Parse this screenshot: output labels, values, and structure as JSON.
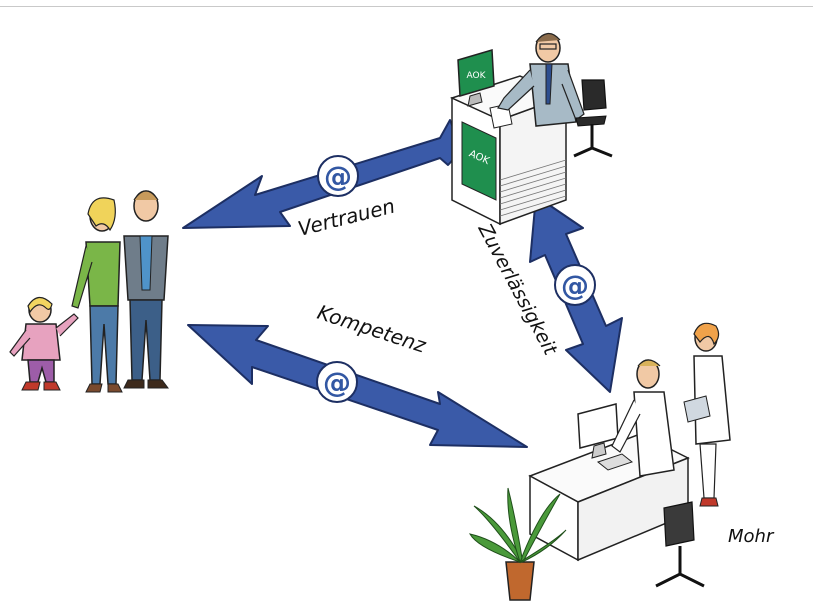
{
  "labels": {
    "trust": "Vertrauen",
    "competence": "Kompetenz",
    "reliability": "Zuverlässigkeit",
    "signature": "Mohr",
    "at_symbol": "@",
    "logo_text": "AOK"
  },
  "colors": {
    "arrow_blue": "#3a5aa8",
    "arrow_outline": "#1d2f63",
    "aok_green": "#1f8f4e",
    "circle_white": "#ffffff"
  },
  "nodes": [
    {
      "id": "family",
      "description_icon": "family-icon"
    },
    {
      "id": "insurance-office",
      "description_icon": "aok-desk-icon"
    },
    {
      "id": "doctor-office",
      "description_icon": "doctor-desk-icon"
    }
  ]
}
